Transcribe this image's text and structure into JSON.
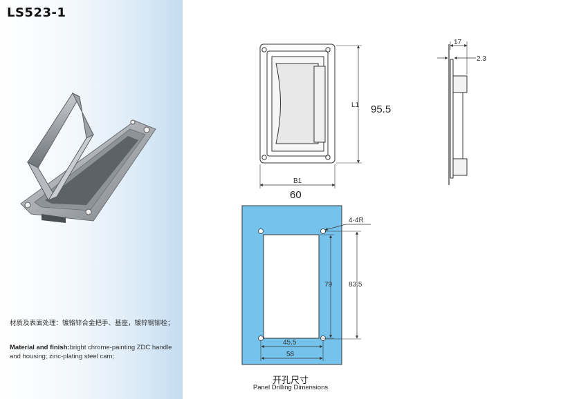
{
  "product": {
    "code": "LS523-1"
  },
  "material": {
    "cn": "材质及表面处理：镀铬锌合金把手、基座，镀锌钢铆栓；",
    "en_label": "Material and finish:",
    "en_text": "bright chrome-painting ZDC handle and housing; zinc-plating steel cam;"
  },
  "front_view": {
    "width_label": "B1",
    "width_value": "60",
    "length_label": "L1",
    "length_value": "95.5"
  },
  "side_view": {
    "depth": "17",
    "thickness": "2.3"
  },
  "panel_cutout": {
    "hole_note": "4-4R",
    "inner_height": "79",
    "outer_height": "83.5",
    "inner_width": "45.5",
    "outer_width": "58",
    "caption_cn": "开孔尺寸",
    "caption_en": "Panel Drilling Dimensions",
    "panel_color": "#75c3ec"
  }
}
